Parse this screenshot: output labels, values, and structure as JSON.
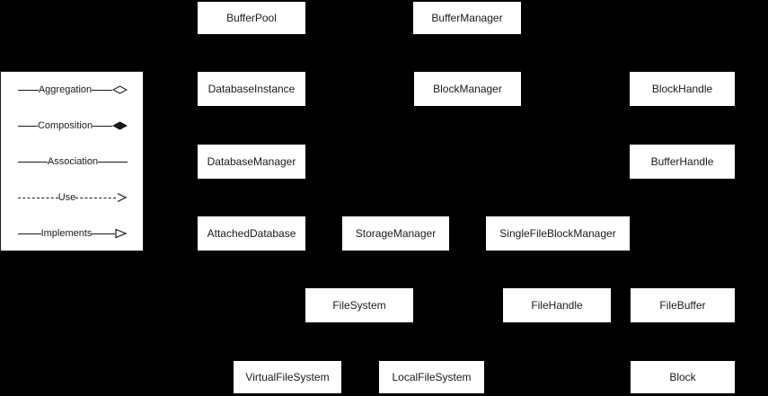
{
  "legend": {
    "items": [
      {
        "label": "Aggregation",
        "marker": "hollow-diamond",
        "line": "solid"
      },
      {
        "label": "Composition",
        "marker": "filled-diamond",
        "line": "solid"
      },
      {
        "label": "Association",
        "marker": "none",
        "line": "solid"
      },
      {
        "label": "Use",
        "marker": "open-arrow",
        "line": "dashed"
      },
      {
        "label": "Implements",
        "marker": "hollow-triangle",
        "line": "solid"
      }
    ]
  },
  "nodes": [
    {
      "label": "BufferPool"
    },
    {
      "label": "BufferManager"
    },
    {
      "label": "DatabaseInstance"
    },
    {
      "label": "BlockManager"
    },
    {
      "label": "BlockHandle"
    },
    {
      "label": "DatabaseManager"
    },
    {
      "label": "BufferHandle"
    },
    {
      "label": "AttachedDatabase"
    },
    {
      "label": "StorageManager"
    },
    {
      "label": "SingleFileBlockManager"
    },
    {
      "label": "FileSystem"
    },
    {
      "label": "FileHandle"
    },
    {
      "label": "FileBuffer"
    },
    {
      "label": "VirtualFileSystem"
    },
    {
      "label": "LocalFileSystem"
    },
    {
      "label": "Block"
    }
  ],
  "colors": {
    "background": "#000000",
    "node_fill": "#ffffff",
    "node_text": "#1a1a1a",
    "legend_fill": "#ffffff",
    "line": "#1a1a1a"
  }
}
